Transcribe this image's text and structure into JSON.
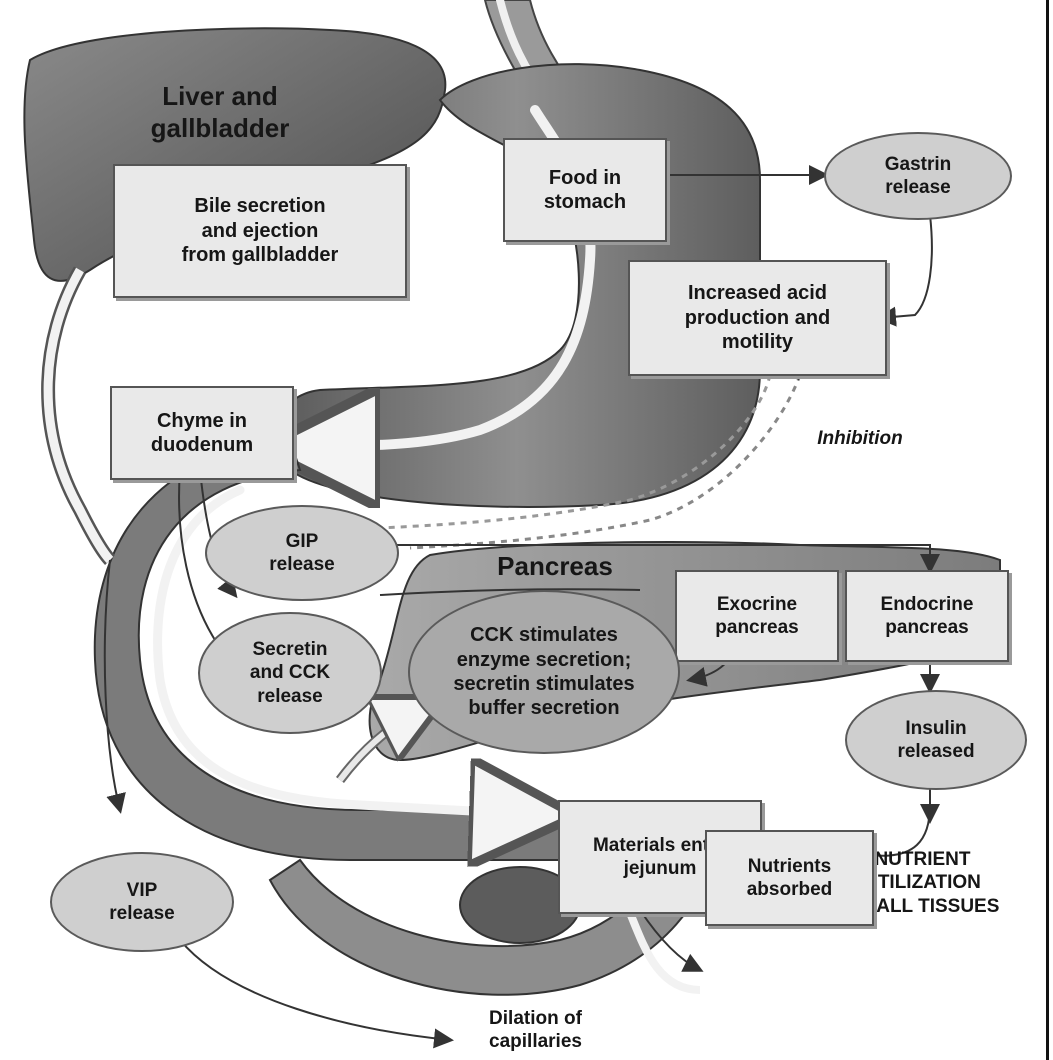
{
  "labels": {
    "liver": "Liver and\ngallbladder",
    "bile": "Bile secretion\nand ejection\nfrom gallbladder",
    "food": "Food in\nstomach",
    "gastrin": "Gastrin\nrelease",
    "acid": "Increased acid\nproduction and\nmotility",
    "chyme": "Chyme in\nduodenum",
    "inhibition": "Inhibition",
    "gip": "GIP\nrelease",
    "pancreas": "Pancreas",
    "exocrine": "Exocrine\npancreas",
    "endocrine": "Endocrine\npancreas",
    "secretin": "Secretin\nand CCK\nrelease",
    "cck": "CCK stimulates\nenzyme secretion;\nsecretin stimulates\nbuffer secretion",
    "insulin": "Insulin\nreleased",
    "materials": "Materials enter\njejunum",
    "nutrient_util": "NUTRIENT\nUTILIZATION\nBY ALL TISSUES",
    "vip": "VIP\nrelease",
    "nutrients": "Nutrients\nabsorbed",
    "dilation": "Dilation of\ncapillaries"
  }
}
